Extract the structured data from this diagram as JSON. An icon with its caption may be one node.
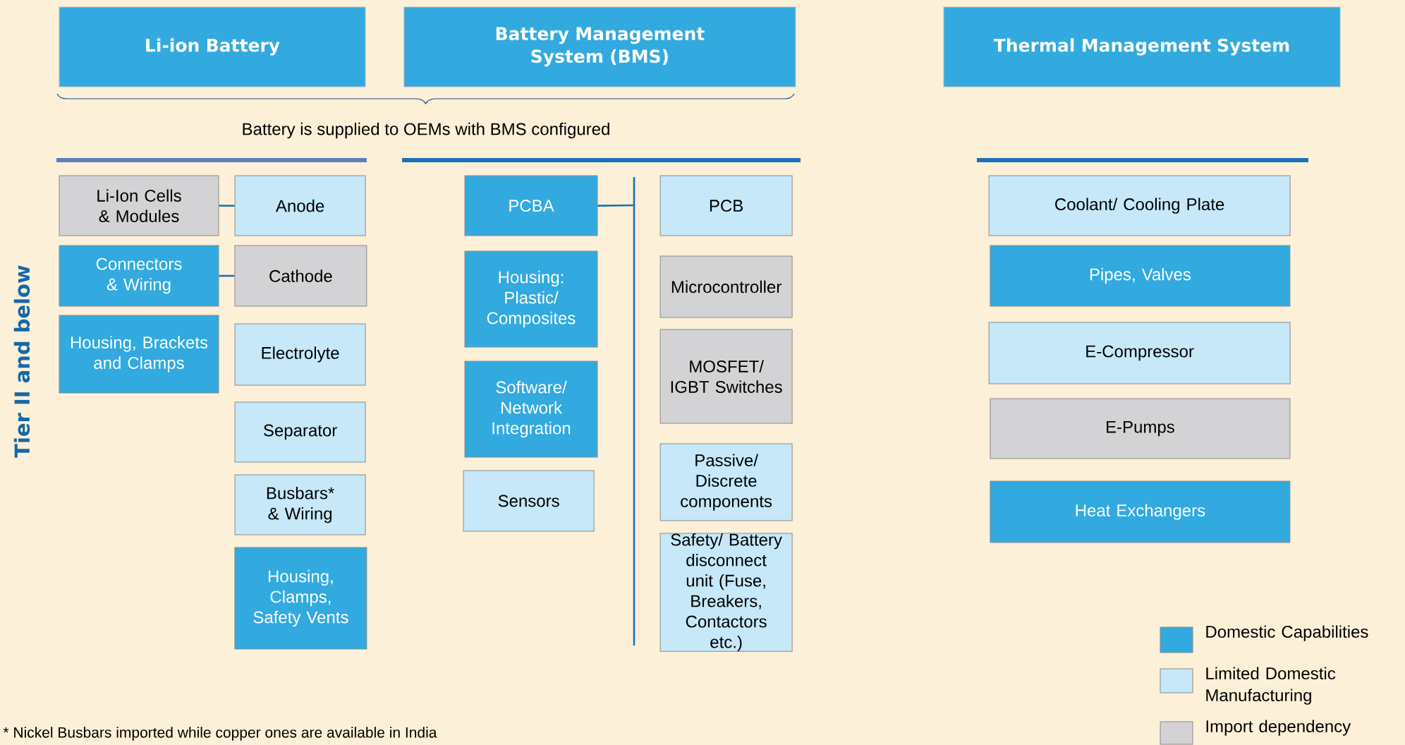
{
  "diagram": {
    "nodes": [
      {
        "text": [
          "Li-ion Battery"
        ]
      },
      {
        "text": [
          "Battery Management System (BMS)"
        ]
      },
      {
        "text": [
          "Thermal Management System"
        ]
      },
      {
        "text": [
          "Li-Ion Cells & Modules"
        ]
      },
      {
        "text": [
          "Connectors & Wiring"
        ]
      },
      {
        "text": [
          "Housing, Brackets and Clamps"
        ]
      },
      {
        "text": [
          "Anode"
        ]
      },
      {
        "text": [
          "Cathode"
        ]
      },
      {
        "text": [
          "Electrolyte"
        ]
      },
      {
        "text": [
          "Separator"
        ]
      },
      {
        "text": [
          "Busbars* & Wiring"
        ]
      },
      {
        "text": [
          "Housing, Clamps, Safety Vents"
        ]
      },
      {
        "text": [
          "PCBA"
        ]
      },
      {
        "text": [
          "Housing: Plastic/ Composites"
        ]
      },
      {
        "text": [
          "Software/ Network Integration"
        ]
      },
      {
        "text": [
          "Sensors"
        ]
      },
      {
        "text": [
          "PCB"
        ]
      },
      {
        "text": [
          "Microcontroller"
        ]
      },
      {
        "text": [
          "MOSFET/ IGBT Switches"
        ]
      },
      {
        "text": [
          "Passive/ Discrete components"
        ]
      },
      {
        "text": [
          "Safety/ Battery disconnect unit (Fuse, Breakers, Contactors etc.)"
        ]
      },
      {
        "text": [
          "Coolant/ Cooling Plate"
        ]
      },
      {
        "text": [
          "Pipes, Valves"
        ]
      },
      {
        "text": [
          "E-Compressor"
        ]
      },
      {
        "text": [
          "E-Pumps"
        ]
      },
      {
        "text": [
          "Heat Exchangers"
        ]
      }
    ],
    "edges": [
      {
        "from": 3,
        "to": 6,
        "arrow": "none"
      },
      {
        "from": 4,
        "to": 7,
        "arrow": "none"
      },
      {
        "from": 12,
        "to": null,
        "arrow": "none"
      }
    ],
    "labels": [
      "Battery is supplied to OEMs with BMS configured",
      "Tier II and below",
      "* Nickel Busbars imported while copper ones are available in India"
    ],
    "legend": [
      {
        "text": "Domestic Capabilities",
        "color": "#32aadf"
      },
      {
        "text": "Limited Domestic Manufacturing",
        "color": "#c6e8f8"
      },
      {
        "text": "Import dependency",
        "color": "#d3d3d5"
      }
    ]
  }
}
